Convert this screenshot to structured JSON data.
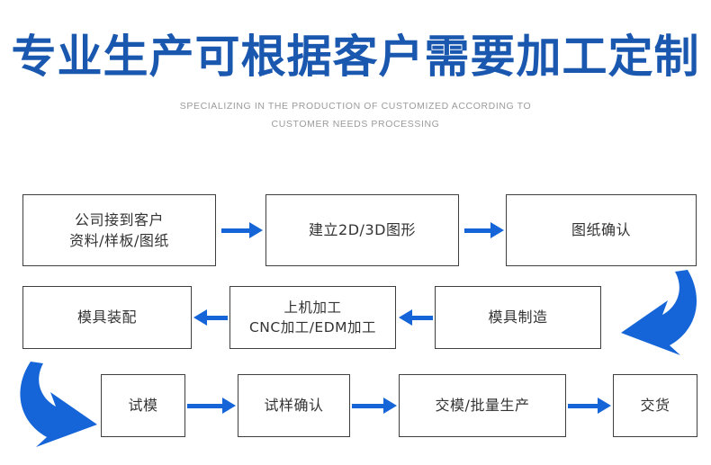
{
  "header": {
    "title_cn": "专业生产可根据客户需要加工定制",
    "subtitle_line1": "SPECIALIZING IN THE PRODUCTION OF CUSTOMIZED ACCORDING TO",
    "subtitle_line2": "CUSTOMER NEEDS PROCESSING",
    "title_color": "#1a58b0",
    "subtitle_color": "#9b9b9b"
  },
  "theme": {
    "arrow_color": "#1565d8",
    "box_border_color": "#3f3f3f",
    "box_fill": "#ffffff",
    "box_text_color": "#333333",
    "page_background": "#ffffff"
  },
  "flowchart": {
    "rows": [
      {
        "row_index": 1,
        "direction": "left-to-right",
        "steps": [
          {
            "id": "step-1",
            "label": "公司接到客户\n资料/样板/图纸"
          },
          {
            "id": "step-2",
            "label": "建立2D/3D图形"
          },
          {
            "id": "step-3",
            "label": "图纸确认"
          }
        ]
      },
      {
        "row_index": 2,
        "direction": "right-to-left",
        "steps": [
          {
            "id": "step-4",
            "label": "模具制造"
          },
          {
            "id": "step-5",
            "label": "上机加工\nCNC加工/EDM加工"
          },
          {
            "id": "step-6",
            "label": "模具装配"
          }
        ]
      },
      {
        "row_index": 3,
        "direction": "left-to-right",
        "steps": [
          {
            "id": "step-7",
            "label": "试模"
          },
          {
            "id": "step-8",
            "label": "试样确认"
          },
          {
            "id": "step-9",
            "label": "交模/批量生产"
          },
          {
            "id": "step-10",
            "label": "交货"
          }
        ]
      }
    ],
    "connectors": [
      {
        "id": "connector-1-2",
        "type": "straight",
        "direction": "right"
      },
      {
        "id": "connector-2-3",
        "type": "straight",
        "direction": "right"
      },
      {
        "id": "connector-3-4",
        "type": "curved",
        "direction": "wrap-down-left"
      },
      {
        "id": "connector-4-5",
        "type": "straight",
        "direction": "left"
      },
      {
        "id": "connector-5-6",
        "type": "straight",
        "direction": "left"
      },
      {
        "id": "connector-6-7",
        "type": "curved",
        "direction": "wrap-down-right"
      },
      {
        "id": "connector-7-8",
        "type": "straight",
        "direction": "right"
      },
      {
        "id": "connector-8-9",
        "type": "straight",
        "direction": "right"
      },
      {
        "id": "connector-9-10",
        "type": "straight",
        "direction": "right"
      }
    ]
  }
}
